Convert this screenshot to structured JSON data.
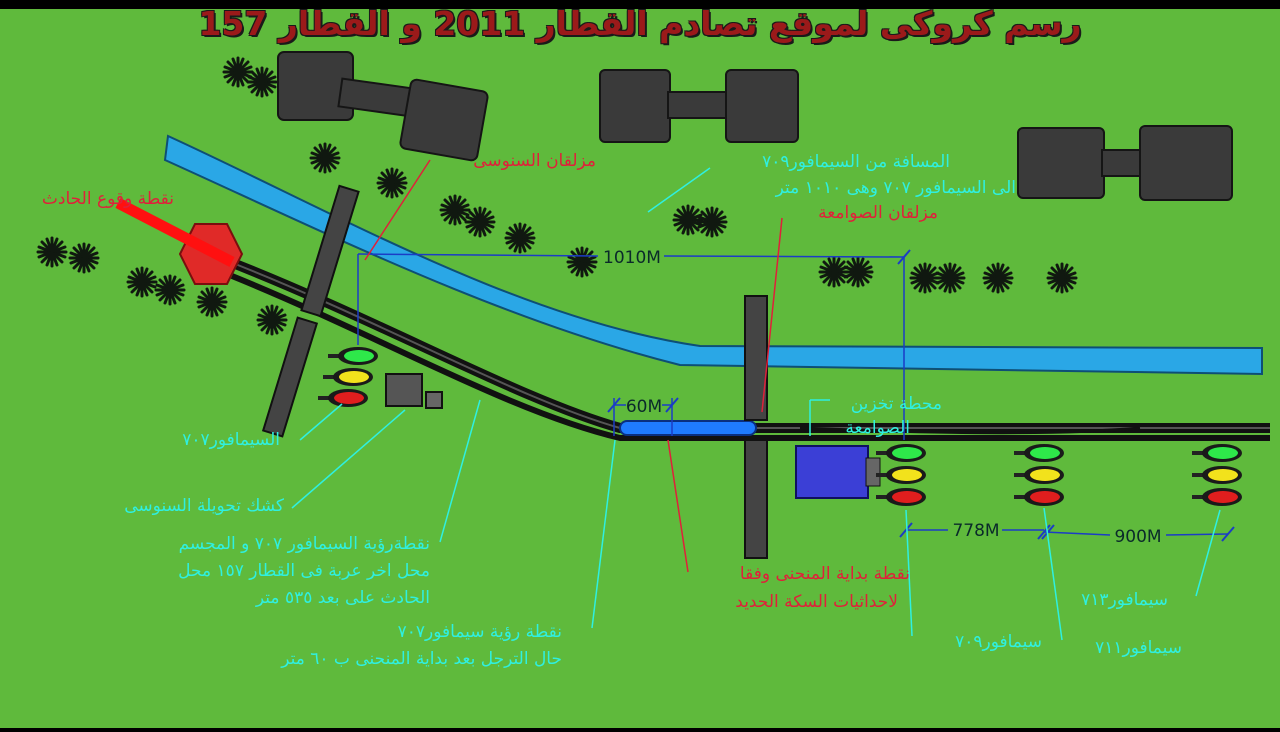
{
  "title": "رسم كروكى لموقع تصادم القطار 2011 و القطار 157",
  "colors": {
    "grass": "#5fba3c",
    "river": "#2aa7e6",
    "track": "#111111",
    "label": "#2ff0e0",
    "accent_red": "#e0203a",
    "building": "#3a3a3a"
  },
  "labels": {
    "accident_point": "نقطة وقوع الحادث",
    "senousi_bridge": "مزلقان السنوسى",
    "distance_note_1": "المسافة من السيمافور٧٠٩",
    "distance_note_2": "الى السيمافور ٧٠٧ وهى ١٠١٠ متر",
    "sawamaa_bridge": "مزلقان الصوامعة",
    "storage_station_1": "محطة تخزين",
    "storage_station_2": "الصوامعة",
    "semaphore_707": "السيمافور٧٠٧",
    "switch_kiosk": "كشك تحويلة السنوسى",
    "visibility_1": "نقطةرؤية السيمافور ٧٠٧ و المجسم",
    "visibility_2": "محل اخر عربة فى القطار ١٥٧ محل",
    "visibility_3": "الحادث على بعد ٥٣٥ متر",
    "curve_start_1": "نقطة بداية المنحنى وفقا",
    "curve_start_2": "لاحداثيات السكة الحديد",
    "visibility_walk_1": "نقطة رؤية سيمافور٧٠٧",
    "visibility_walk_2": "حال الترجل بعد بداية المنحنى ب ٦٠ متر",
    "semaphore_709": "سيمافور٧٠٩",
    "semaphore_711": "سيمافور٧١١",
    "semaphore_713": "سيمافور٧١٣"
  },
  "distances": {
    "d1010": "1010M",
    "d60": "60M",
    "d778": "778M",
    "d900": "900M"
  }
}
